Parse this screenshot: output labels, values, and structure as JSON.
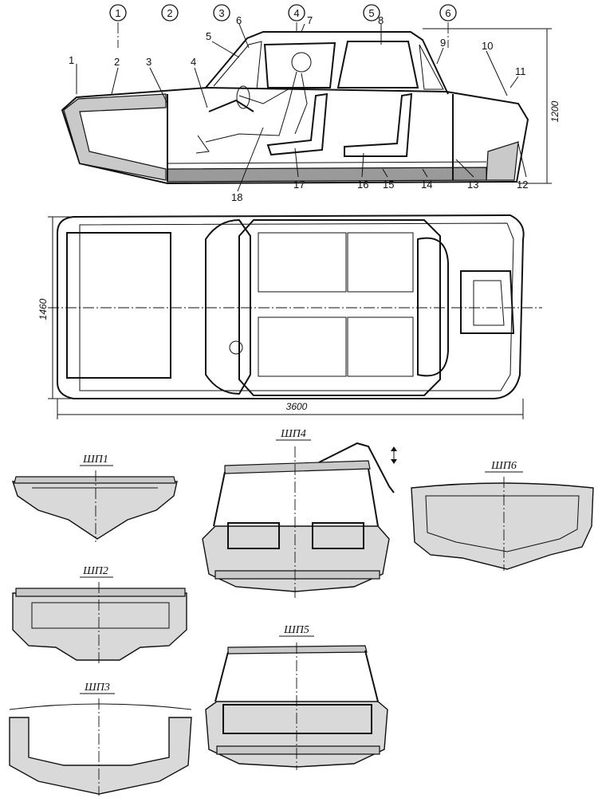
{
  "side_view": {
    "section_markers": [
      "1",
      "2",
      "3",
      "4",
      "5",
      "6"
    ],
    "callouts": [
      "1",
      "2",
      "3",
      "4",
      "5",
      "6",
      "7",
      "8",
      "9",
      "10",
      "11",
      "12",
      "13",
      "14",
      "15",
      "16",
      "17",
      "18"
    ],
    "height_dim": "1200"
  },
  "top_view": {
    "width_dim": "1460",
    "length_dim": "3600"
  },
  "sections": {
    "sp1": "ШП1",
    "sp2": "ШП2",
    "sp3": "ШП3",
    "sp4": "ШП4",
    "sp5": "ШП5",
    "sp6": "ШП6"
  },
  "colors": {
    "ink": "#111111",
    "foam": "#c9c9c9",
    "wood": "#d9d9d9",
    "paper": "#ffffff"
  }
}
